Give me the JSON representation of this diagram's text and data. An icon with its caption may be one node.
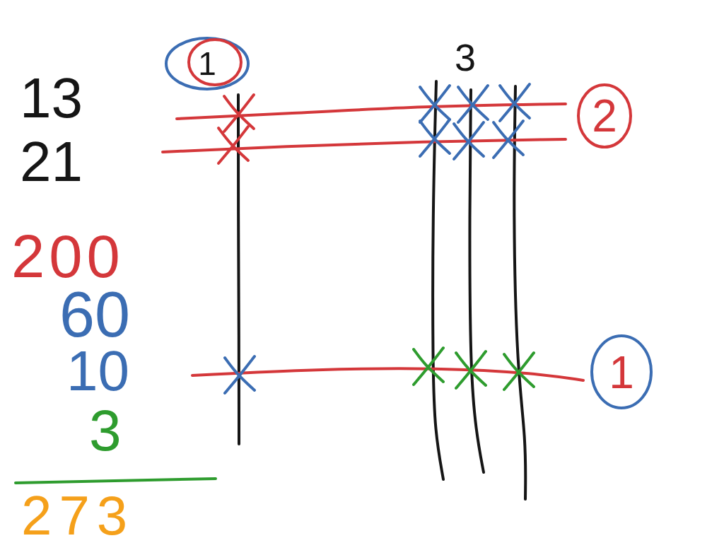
{
  "diagram": {
    "nodes": [
      {
        "text": [
          "1"
        ]
      },
      {
        "text": [
          "2"
        ]
      },
      {
        "text": [
          "1"
        ]
      }
    ],
    "labels": [
      "3",
      "13",
      "21",
      "200",
      "60",
      "10",
      "3",
      "273"
    ]
  }
}
